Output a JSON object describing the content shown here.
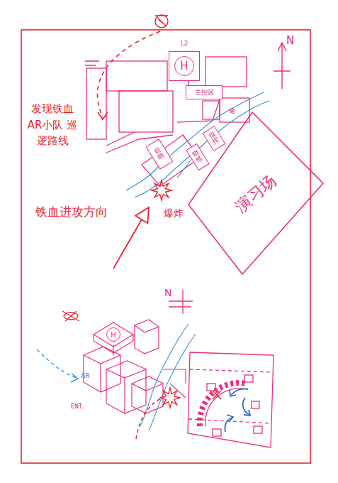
{
  "diagram": {
    "nodes": [
      {
        "text": [
          "L2",
          "H"
        ]
      },
      {
        "text": [
          "主控区"
        ]
      },
      {
        "text": [
          "前哨"
        ]
      },
      {
        "text": [
          "哨塔"
        ]
      },
      {
        "text": [
          "指挥"
        ]
      },
      {
        "text": [
          "演习场"
        ]
      },
      {
        "text": [
          "H"
        ]
      }
    ],
    "edges": [
      {
        "from": 0,
        "to": 1,
        "arrow": "none"
      }
    ],
    "labels": [
      "发现铁血 AR小队 巡逻路线",
      "铁血进攻方向",
      "爆炸",
      "储",
      "N",
      "N",
      "AR",
      "ENT."
    ]
  }
}
